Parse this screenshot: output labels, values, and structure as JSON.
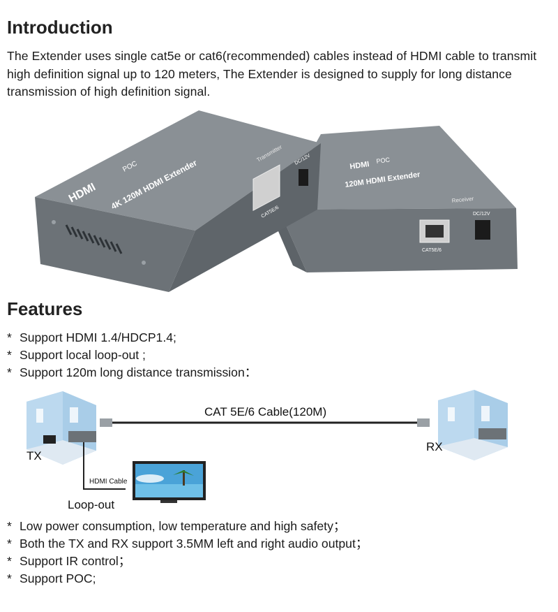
{
  "intro": {
    "title": "Introduction",
    "body": "The Extender uses single cat5e or cat6(recommended) cables instead of HDMI cable to transmit high definition signal up to 120 meters,  The Extender is designed to supply for long distance transmission of high definition signal."
  },
  "product": {
    "tx": {
      "brand": "HDMI",
      "badge": "POC",
      "model": "4K 120M HDMI Extender",
      "side_label": "Transmitter",
      "port_label": "CAT5E/6",
      "power_label": "DC/12V"
    },
    "rx": {
      "brand": "HDMI",
      "badge": "POC",
      "model": "120M HDMI Extender",
      "side_label": "Receiver",
      "port_label": "CAT5E/6",
      "power_label": "DC/12V"
    }
  },
  "features": {
    "title": "Features",
    "bullet": "*",
    "items_top": [
      "Support HDMI 1.4/HDCP1.4;",
      "Support local loop-out ;",
      "Support 120m long distance transmission："
    ],
    "items_bottom": [
      "Low power consumption, low temperature and high safety；",
      "Both the TX and RX support 3.5MM left and right audio output；",
      "Support IR control；",
      "Support POC;"
    ]
  },
  "diagram": {
    "cable_label": "CAT 5E/6 Cable(120M)",
    "tx_label": "TX",
    "rx_label": "RX",
    "hdmi_cable_label": "HDMI Cable",
    "loopout_label": "Loop-out"
  },
  "colors": {
    "box_front": "#6f757a",
    "box_top": "#8a9095",
    "room_wall": "#a9cde8",
    "cable": "#222222",
    "tv_screen": "#4aa3d8"
  }
}
